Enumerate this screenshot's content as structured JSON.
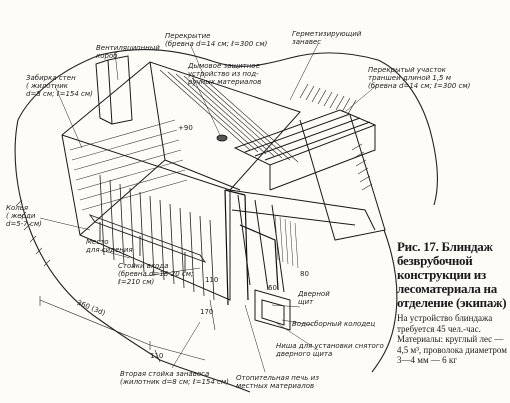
{
  "caption": {
    "title": "Рис. 17. Блиндаж безврубочной конструкции из лесоматериала на отделение (экипаж)",
    "note": "На устройство блиндажа требуется 45 чел.-час. Материалы: круглый лес — 4,5 м³, проволока диаметром 3—4 мм — 6 кг"
  },
  "labels": {
    "vent_duct": "Вентиляционный\nкороб",
    "roof": "Перекрытие\n(бревна d=14 см; ℓ=300 см)",
    "smoke_device": "Дымовое защитное\nустройство из под-\nручных материалов",
    "sealed_curtain": "Герметизирующий\nзанавес",
    "covered_section": "Перекрытый участок\nтраншеи длиной 1,5 м\n(бревна d=14 см; ℓ=300 см)",
    "wall_lining": "Забирка стен\n( жилотник\nd=8 см; ℓ=154 см)",
    "stakes": "Колья\n( жерди\nd=5-7 см)",
    "seating": "Место\nдля сидения",
    "entrance_posts": "Стойки входа\n(бревна d=18-20 см;\nℓ=210 см)",
    "door_shield": "Дверной\nщит",
    "drain_well": "Водосборный колодец",
    "shield_niche": "Ниша для установки снятого\nдверного щита",
    "second_post": "Вторая стойка занавеса\n(жилотник d=8 см; ℓ=154 см)",
    "heater": "Отопительная печь из\nместных материалов"
  },
  "dimensions": {
    "width_total": "360 (3d)",
    "depth_1": "110",
    "depth_2": "170",
    "height_1": "110",
    "d_80": "80",
    "d_90": "+90",
    "d_60": "60"
  }
}
